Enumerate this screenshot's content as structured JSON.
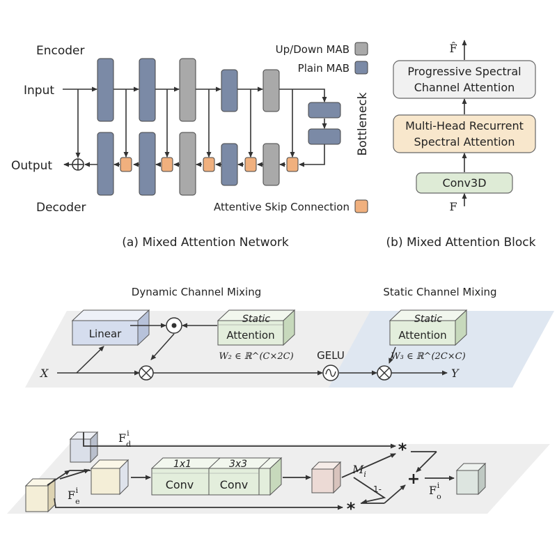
{
  "panel_a": {
    "encoder": "Encoder",
    "decoder": "Decoder",
    "input": "Input",
    "output": "Output",
    "bottleneck": "Bottleneck",
    "legend_updown": "Up/Down MAB",
    "legend_plain": "Plain MAB",
    "legend_skip": "Attentive Skip Connection",
    "caption": "(a) Mixed Attention Network"
  },
  "panel_b": {
    "f_hat": "F̂",
    "psca_line1": "Progressive Spectral",
    "psca_line2": "Channel Attention",
    "mhrsa_line1": "Multi-Head Recurrent",
    "mhrsa_line2": "Spectral Attention",
    "conv3d": "Conv3D",
    "f_in": "F",
    "caption": "(b) Mixed Attention Block"
  },
  "panel_c": {
    "dynamic_title": "Dynamic Channel Mixing",
    "static_title": "Static Channel Mixing",
    "linear": "Linear",
    "static_label": "Static",
    "attention_label": "Attention",
    "static_label_2": "Static",
    "attention_label_2": "Attention",
    "w2": "W₂ ∈ ℝ^(C×2C)",
    "w3": "W₃ ∈ ℝ^(2C×C)",
    "gelu": "GELU",
    "x": "X",
    "y": "Y"
  },
  "panel_d": {
    "fd": "F",
    "fd_sup": "i",
    "fd_sub": "d",
    "fe": "F",
    "fe_sup": "i",
    "fe_sub": "e",
    "fo": "F",
    "fo_sup": "i",
    "fo_sub": "o",
    "conv1_top": "1x1",
    "conv1_bot": "Conv",
    "conv3_top": "3x3",
    "conv3_bot": "Conv",
    "m": "M",
    "m_sub": "i",
    "one_minus": "1-",
    "star": "*",
    "plus": "+"
  },
  "colors": {
    "mab_updown": "#a9a9a9",
    "mab_plain": "#7b8aa6",
    "skip": "#f0b07e",
    "psca": "#f1f1f1",
    "mhrsa": "#f8e7cc",
    "conv3d": "#deebd6",
    "attention": "#e3eedc",
    "linear": "#d5ddee",
    "plane": "#eeeeee",
    "plane_blue": "#dde5f1"
  }
}
